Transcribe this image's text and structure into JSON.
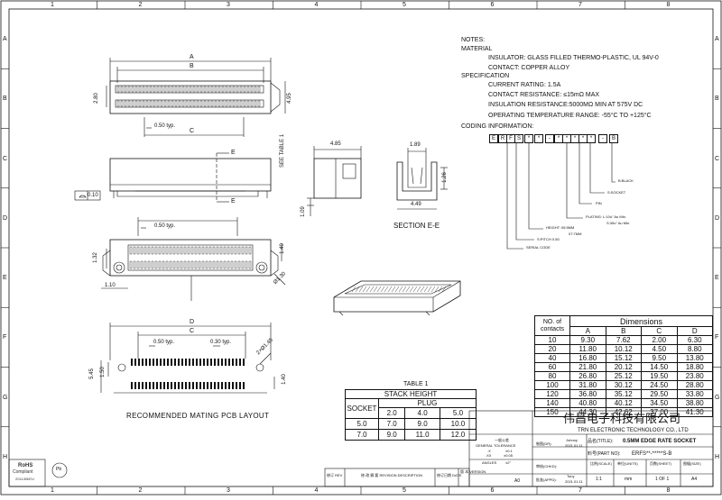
{
  "frame": {
    "col_labels": [
      "1",
      "2",
      "3",
      "4",
      "5",
      "6",
      "7",
      "8"
    ],
    "row_labels": [
      "A",
      "B",
      "C",
      "D",
      "E",
      "F",
      "G",
      "H"
    ]
  },
  "dims": {
    "A": "A",
    "B": "B",
    "C": "C",
    "D": "D",
    "top_2_80": "2.80",
    "top_4_95": "4.95",
    "top_pitch": "0.50 typ.",
    "side_4_85": "4.85",
    "side_1_89": "1.89",
    "side_1_26": "1.26",
    "side_4_49": "4.49",
    "side_1_09": "1.09",
    "see_table": "SEE TABLE 1",
    "flat_0_10": "0.10",
    "e_label": "E",
    "section_label": "SECTION E-E",
    "bottom_pitch": "0.50 typ.",
    "bottom_1_32": "1.32",
    "bottom_1_40": "1.40",
    "bottom_1_10": "1.10",
    "bottom_hole": "Ø1.30",
    "pcb_pitch_left": "0.50 typ.",
    "pcb_pitch_right": "0.30 typ.",
    "pcb_hole": "2×Ø1.45",
    "pcb_5_45": "5.45",
    "pcb_1_50": "1.50",
    "pcb_1_40": "1.40",
    "pcb_caption": "RECOMMENDED MATING PCB LAYOUT"
  },
  "notes": {
    "title": "NOTES:",
    "material": "MATERIAL",
    "insulator": "INSULATOR: GLASS FILLED THERMO-PLASTIC, UL 94V-0",
    "contact": "CONTACT: COPPER ALLOY",
    "specification": "SPECIFICATION",
    "current": "CURRENT RATING: 1.5A",
    "contact_res": "CONTACT RESISTANCE: ≤15mΩ MAX",
    "insulation_res": "INSULATION RESISTANCE:5000MΩ MIN AT 575V DC",
    "temp": "OPERATING TEMPERATURE RANGE: -55°C TO +125°C",
    "coding": "CODING INFORMATION:"
  },
  "coding": {
    "boxes": [
      "E",
      "R",
      "F",
      "S",
      "*",
      "*",
      "-",
      "*",
      "*",
      "*",
      "*",
      "*",
      "-",
      "B"
    ],
    "b_black": "B:BLACK",
    "s_socket": "S:SOCKET",
    "pin": "PIN",
    "plating1": "PLATING: L:10u\" Au Min.",
    "plating2": "S:30u\" Au Min.",
    "height1": "HEIGHT: 05:5MM",
    "height2": "07:7MM",
    "pitch": "S:PITCH 0.50",
    "serial": "SERIAL CODE"
  },
  "stack_table": {
    "title": "TABLE 1",
    "header": "STACK HEIGHT",
    "socket": "SOCKET",
    "plug": "PLUG",
    "plug_cols": [
      "2.0",
      "4.0",
      "5.0"
    ],
    "rows": [
      {
        "socket": "5.0",
        "vals": [
          "7.0",
          "9.0",
          "10.0"
        ]
      },
      {
        "socket": "7.0",
        "vals": [
          "9.0",
          "11.0",
          "12.0"
        ]
      }
    ]
  },
  "dim_table": {
    "col0": "NO. of contacts",
    "title": "Dimensions",
    "cols": [
      "A",
      "B",
      "C",
      "D"
    ],
    "rows": [
      [
        "10",
        "9.30",
        "7.62",
        "2.00",
        "6.30"
      ],
      [
        "20",
        "11.80",
        "10.12",
        "4.50",
        "8.80"
      ],
      [
        "40",
        "16.80",
        "15.12",
        "9.50",
        "13.80"
      ],
      [
        "60",
        "21.80",
        "20.12",
        "14.50",
        "18.80"
      ],
      [
        "80",
        "26.80",
        "25.12",
        "19.50",
        "23.80"
      ],
      [
        "100",
        "31.80",
        "30.12",
        "24.50",
        "28.80"
      ],
      [
        "120",
        "36.80",
        "35.12",
        "29.50",
        "33.80"
      ],
      [
        "140",
        "40.80",
        "40.12",
        "34.50",
        "38.80"
      ],
      [
        "150",
        "44.30",
        "42.62",
        "37.00",
        "41.30"
      ]
    ]
  },
  "title_block": {
    "company_cn": "伟昌电子科技有限公司",
    "company_en": "TRN ELECTRONIC TECHNOLOGY CO., LTD",
    "name_label": "品名(TITLE):",
    "name_value": "0.5MM EDGE RATE SOCKET",
    "part_label": "料号(PART NO):",
    "part_value": "ERFS**-*****S-B",
    "drawn_label": "制图(DR):",
    "drawn_value": "Johnny",
    "drawn_date": "2021.01.11",
    "check_label": "审核(CHKD):",
    "approve_label": "批准(APPD):",
    "approve_value": "Tony",
    "approve_date": "2021.01.11",
    "scale_label": "比例(SCALE)",
    "scale_value": "1:1",
    "unit_label": "单位(UNITS)",
    "unit_value": "mm",
    "sheet_label": "页数(SHEET)",
    "sheet_value": "1 OF 1",
    "size_label": "图幅(SIZE)",
    "size_value": "A4",
    "tol_title": "一般公差",
    "tol_sub": "GENERAL TOLERANCE",
    "tol_x": ".X",
    "tol_xx": ".XX",
    "tol_angles": "ANGLES",
    "tol_x_val": "±0.1",
    "tol_xx_val": "±0.05",
    "tol_angle_val": "±2°",
    "rev_col1": "修订 REV",
    "rev_col2": "修 改 摘 要 REVISION DESCRIPTION",
    "rev_col3": "修订日期 DATE",
    "rev_col4": "版 本 VERSION",
    "rev_version": "A0"
  },
  "badges": {
    "rohs1": "RoHS",
    "rohs2": "Compliant",
    "rohs3": "2011/65/EU",
    "pb": "Pb"
  }
}
